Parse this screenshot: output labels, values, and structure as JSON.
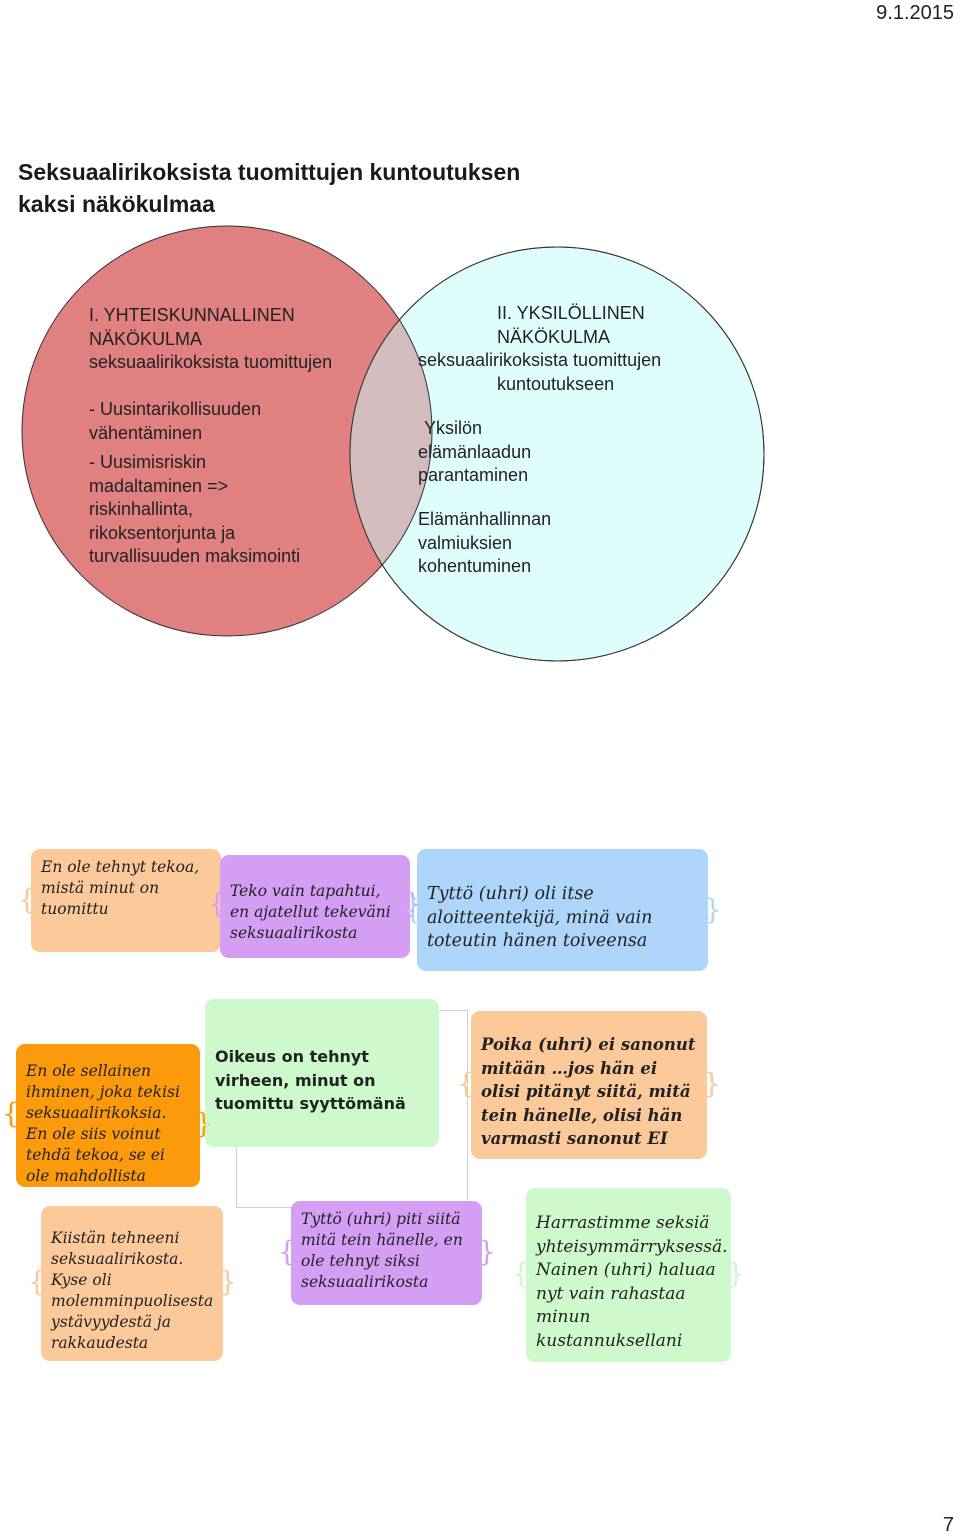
{
  "date": "9.1.2015",
  "title_line1": "Seksuaalirikoksista tuomittujen kuntoutuksen",
  "title_line2": "kaksi näkökulmaa",
  "left_circle": {
    "head1": "I. YHTEISKUNNALLINEN",
    "head2": "NÄKÖKULMA",
    "head3": "seksuaalirikoksista tuomittujen",
    "item1_l1": "- Uusintarikollisuuden",
    "item1_l2": "vähentäminen",
    "item2_l1": "- Uusimisriskin",
    "item2_l2": "madaltaminen =>",
    "item2_l3": "riskinhallinta,",
    "item2_l4": "rikoksentorjunta ja",
    "item2_l5": "turvallisuuden maksimointi",
    "color": "#e08080"
  },
  "right_circle": {
    "head1": "II. YKSILÖLLINEN",
    "head2": "NÄKÖKULMA",
    "head3": "seksuaalirikoksista tuomittujen",
    "head4": "kuntoutukseen",
    "item1_l1": "Yksilön",
    "item1_l2": "elämänlaadun",
    "item1_l3": "parantaminen",
    "item2_l1": "Elämänhallinnan",
    "item2_l2": "valmiuksien",
    "item2_l3": "kohentuminen",
    "color": "#e0fdfd"
  },
  "cards": [
    {
      "text": "En ole tehnyt tekoa, mistä minut on tuomittu",
      "bg": "#fcc99a"
    },
    {
      "text": "Teko vain tapahtui, en ajatellut tekeväni seksuaalirikosta",
      "bg": "#d49ef5"
    },
    {
      "text": "Tyttö (uhri) oli itse aloitteentekijä, minä vain toteutin hänen toiveensa",
      "bg": "#aed6fa"
    },
    {
      "text": "En ole sellainen ihminen, joka tekisi seksuaalirikoksia. En ole siis voinut tehdä tekoa, se ei ole mahdollista",
      "bg": "#fb9a0a"
    },
    {
      "text": "Oikeus on tehnyt virheen, minut on tuomittu syyttömänä",
      "bg": "#cdf9cd"
    },
    {
      "text": "Poika (uhri) ei sanonut mitään …jos hän ei olisi pitänyt siitä, mitä tein hänelle, olisi hän varmasti sanonut EI",
      "bg": "#fcc99a"
    },
    {
      "text": "Kiistän tehneeni seksuaalirikosta. Kyse oli molemminpuolisesta ystävyydestä ja rakkaudesta",
      "bg": "#fcc99a"
    },
    {
      "text": "Tyttö (uhri) piti siitä mitä tein hänelle, en ole tehnyt siksi seksuaalirikosta",
      "bg": "#d49ef5"
    },
    {
      "text": "Harrastimme seksiä yhteisymmärryksessä. Nainen (uhri) haluaa nyt vain rahastaa minun kustannuksellani",
      "bg": "#cdf9cd"
    }
  ],
  "page_number": "7"
}
